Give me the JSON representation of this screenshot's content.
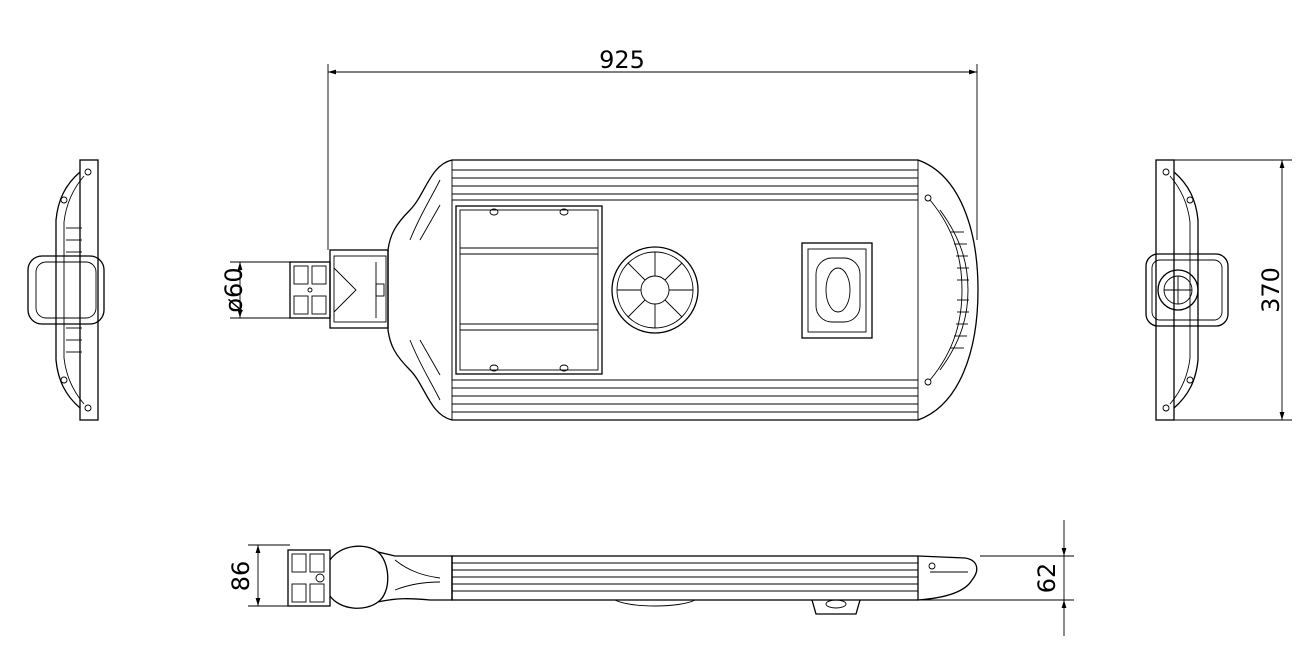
{
  "drawing": {
    "dim_length": "925",
    "dim_pole_diameter": "ø60",
    "dim_width": "370",
    "dim_side_height": "86",
    "dim_body_height": "62"
  },
  "colors": {
    "line": "#000000",
    "background": "#ffffff"
  }
}
